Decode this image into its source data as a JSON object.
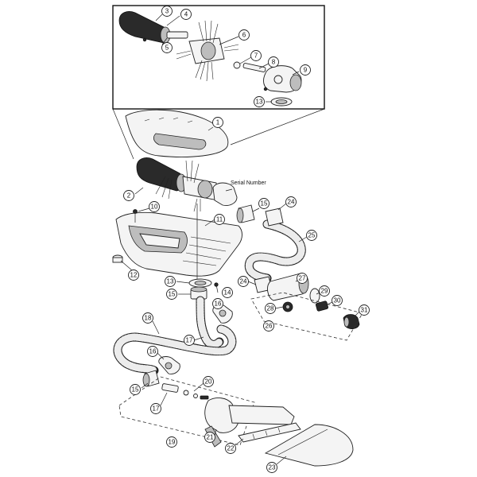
{
  "diagram": {
    "annotation": "Serial Number",
    "callouts": [
      {
        "id": "c-3",
        "label": "3"
      },
      {
        "id": "c-4",
        "label": "4"
      },
      {
        "id": "c-5",
        "label": "5"
      },
      {
        "id": "c-6",
        "label": "6"
      },
      {
        "id": "c-7",
        "label": "7"
      },
      {
        "id": "c-8",
        "label": "8"
      },
      {
        "id": "c-9",
        "label": "9"
      },
      {
        "id": "c-13a",
        "label": "13"
      },
      {
        "id": "c-1",
        "label": "1"
      },
      {
        "id": "c-2",
        "label": "2"
      },
      {
        "id": "c-10",
        "label": "10"
      },
      {
        "id": "c-11",
        "label": "11"
      },
      {
        "id": "c-12",
        "label": "12"
      },
      {
        "id": "c-13b",
        "label": "13"
      },
      {
        "id": "c-14",
        "label": "14"
      },
      {
        "id": "c-15a",
        "label": "15"
      },
      {
        "id": "c-15b",
        "label": "15"
      },
      {
        "id": "c-15c",
        "label": "15"
      },
      {
        "id": "c-16a",
        "label": "16"
      },
      {
        "id": "c-16b",
        "label": "16"
      },
      {
        "id": "c-17a",
        "label": "17"
      },
      {
        "id": "c-17b",
        "label": "17"
      },
      {
        "id": "c-18",
        "label": "18"
      },
      {
        "id": "c-19",
        "label": "19"
      },
      {
        "id": "c-20",
        "label": "20"
      },
      {
        "id": "c-21",
        "label": "21"
      },
      {
        "id": "c-22",
        "label": "22"
      },
      {
        "id": "c-23",
        "label": "23"
      },
      {
        "id": "c-24a",
        "label": "24"
      },
      {
        "id": "c-24b",
        "label": "24"
      },
      {
        "id": "c-25",
        "label": "25"
      },
      {
        "id": "c-26",
        "label": "26"
      },
      {
        "id": "c-27",
        "label": "27"
      },
      {
        "id": "c-28",
        "label": "28"
      },
      {
        "id": "c-29",
        "label": "29"
      },
      {
        "id": "c-30",
        "label": "30"
      },
      {
        "id": "c-31",
        "label": "31"
      }
    ]
  }
}
